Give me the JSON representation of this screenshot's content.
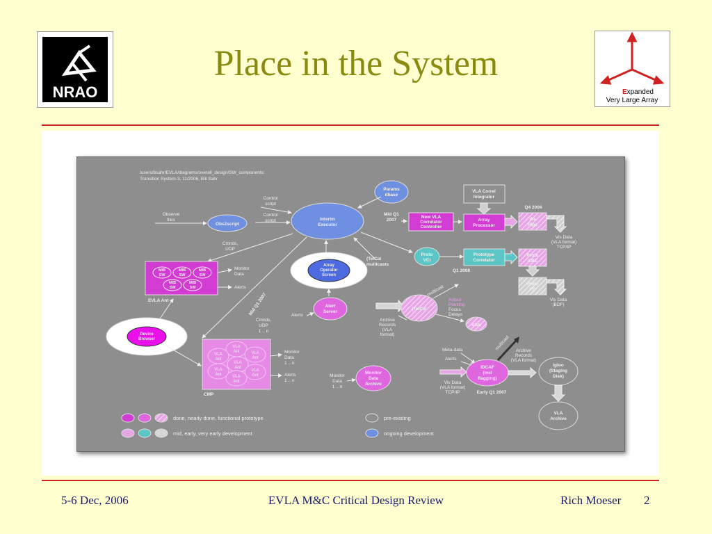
{
  "slide": {
    "title": "Place in the System",
    "footer_left": "5-6 Dec, 2006",
    "footer_center": "EVLA M&C Critical Design Review",
    "footer_author": "Rich Moeser",
    "footer_page": "2"
  },
  "logos": {
    "nrao": "NRAO",
    "evla_line1_rest": "xpanded",
    "evla_line1_cap": "E",
    "evla_line2": "Very Large Array"
  },
  "colors": {
    "title": "#8a8a10",
    "rule": "#cc2222",
    "background": "#ffffd0",
    "footer_text": "#1b1b6a",
    "done_magenta": "#d23cd2",
    "ongoing_blue": "#6f8fe0",
    "early_teal": "#5cc6c6"
  },
  "diagram": {
    "source_path": "/users/bsahr/EVLA/diagrams/overall_design/SW_components:",
    "source_note": "Transition System-3, 11/2006, Bill Sahr",
    "params_dbase": [
      "Params",
      "dbase"
    ],
    "vla_correl_integrator": [
      "VLA Correl",
      "Integrator"
    ],
    "control_script_1": [
      "Control",
      "script"
    ],
    "control_script_2": [
      "Control",
      "script"
    ],
    "observe_files": [
      "Observe",
      "files"
    ],
    "obs2script": "Obs2script",
    "interim_executor": [
      "Interim",
      "Executor"
    ],
    "mid_q1_2007": [
      "Mid Q1",
      "2007"
    ],
    "new_vla_correlator_controller": [
      "New VLA",
      "Correlator",
      "Controller"
    ],
    "array_processor": [
      "Array",
      "Processor"
    ],
    "q4_2006": "Q4 2006",
    "vis_pipe": [
      "Vis",
      "Pipe"
    ],
    "vis_data_vla_format": [
      "Vis Data",
      "(VLA format)",
      "TCP/IP"
    ],
    "cmnds_udp": [
      "Cmnds,",
      "UDP"
    ],
    "mib_sw": [
      "MIB",
      "SW"
    ],
    "monitor_data": [
      "Monitor",
      "Data"
    ],
    "alerts": "Alerts",
    "evla_ant": "EVLA Ant",
    "array_operator_screen": [
      "Array",
      "Operator",
      "Screen"
    ],
    "telcal_multicasts": [
      "(TelCal",
      "multicasts"
    ],
    "proto_vci": [
      "Proto",
      "VCI"
    ],
    "prototype_correlator": [
      "Prototype",
      "Correlator"
    ],
    "proto_cbe": [
      "Proto",
      "CBE"
    ],
    "q1_2008": "Q1 2008",
    "proto_ff": [
      "Proto",
      "FF"
    ],
    "vis_data_bdf": [
      "Vis Data",
      "(BDF)"
    ],
    "mid_q1_2007_diag": "Mid Q1 2007",
    "alert_server": [
      "Alert",
      "Server"
    ],
    "telcal": "(TelCal",
    "multicast": "multicast",
    "antsol_pointing": [
      "Antsol",
      "Pointing"
    ],
    "focus_delays": [
      "Focus",
      "Delays"
    ],
    "disk": "disk",
    "archive_records_vla_format": [
      "Archive",
      "Records",
      "(VLA",
      "format)"
    ],
    "device_browser": [
      "Device",
      "Browser"
    ],
    "cmnds_udp_1n": [
      "Cmnds,",
      "UDP",
      "1 .. n"
    ],
    "vla_ant": [
      "VLA",
      "Ant"
    ],
    "monitor_data_1n": [
      "Monitor",
      "Data",
      "1 .. n"
    ],
    "alerts_1n": [
      "Alerts",
      "1 .. n"
    ],
    "cmp": "CMP",
    "meta_data": "Meta-data",
    "archive_records_vla_format_2": [
      "Archive",
      "Records",
      "(VLA format)"
    ],
    "idcaf": [
      "IDCAF",
      "(incl",
      "flagging)"
    ],
    "igloo": [
      "Igloo",
      "(Staging",
      "Disk)"
    ],
    "early_q1_2007": "Early Q1 2007",
    "monitor_data_archive": [
      "Monitor",
      "Data",
      "Archive"
    ],
    "monitor_data_1n_2": [
      "Monitor",
      "Data",
      "1 .. n"
    ],
    "vla_archive": [
      "VLA",
      "Archive"
    ],
    "legend_done": "done, nearly done, functional prototype",
    "legend_mid": "mid, early, very early development",
    "legend_pre": "pre-existing",
    "legend_ongoing": "ongoing development"
  }
}
